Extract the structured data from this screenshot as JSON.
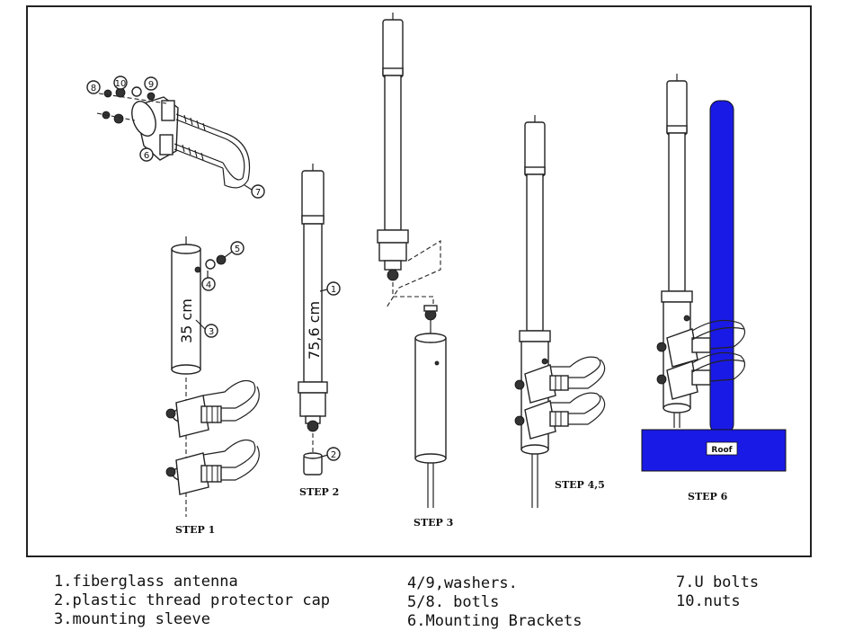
{
  "callouts": {
    "c1": "1",
    "c2": "2",
    "c3": "3",
    "c4": "4",
    "c5": "5",
    "c6": "6",
    "c7": "7",
    "c8": "8",
    "c9": "9",
    "c10": "10"
  },
  "dimensions": {
    "sleeve_length": "35 cm",
    "antenna_length": "75,6 cm"
  },
  "steps": {
    "step1": "STEP 1",
    "step2": "STEP 2",
    "step3": "STEP 3",
    "step45": "STEP 4,5",
    "step6": "STEP 6"
  },
  "roof_label": "Roof",
  "legend": {
    "col1": [
      "1.fiberglass antenna",
      "2.plastic thread protector cap",
      "3.mounting sleeve"
    ],
    "col2": [
      "4/9,washers.",
      "5/8. botls",
      "6.Mounting Brackets"
    ],
    "col3": [
      "7.U bolts",
      "10.nuts"
    ]
  },
  "colors": {
    "outline": "#222222",
    "mast_blue": "#1a1ae6",
    "roof_blue": "#1a1ae6"
  }
}
